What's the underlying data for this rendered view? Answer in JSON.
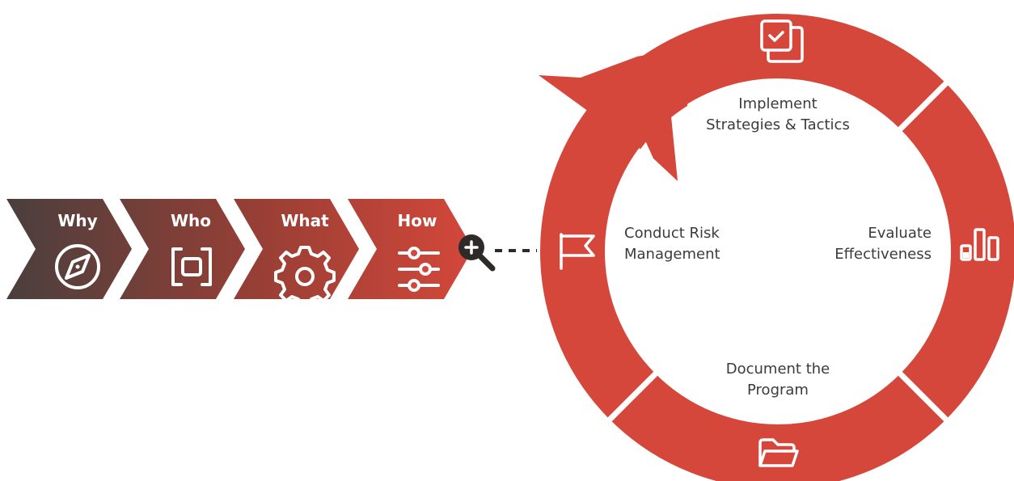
{
  "colors": {
    "accent": "#d5473a",
    "dark": "#4a3f3d",
    "text": "#3b3b3b",
    "background": "#ffffff"
  },
  "steps": [
    {
      "label": "Why",
      "icon": "compass-icon"
    },
    {
      "label": "Who",
      "icon": "focus-frame-icon"
    },
    {
      "label": "What",
      "icon": "gear-icon"
    },
    {
      "label": "How",
      "icon": "sliders-icon"
    }
  ],
  "connector_icon": "zoom-in-magnifier-icon",
  "cycle": [
    {
      "lines": [
        "Implement",
        "Strategies & Tactics"
      ],
      "icon": "checklist-copy-icon"
    },
    {
      "lines": [
        "Evaluate",
        "Effectiveness"
      ],
      "icon": "bar-chart-icon"
    },
    {
      "lines": [
        "Document the",
        "Program"
      ],
      "icon": "folder-icon"
    },
    {
      "lines": [
        "Conduct Risk",
        "Management"
      ],
      "icon": "flag-icon"
    }
  ]
}
